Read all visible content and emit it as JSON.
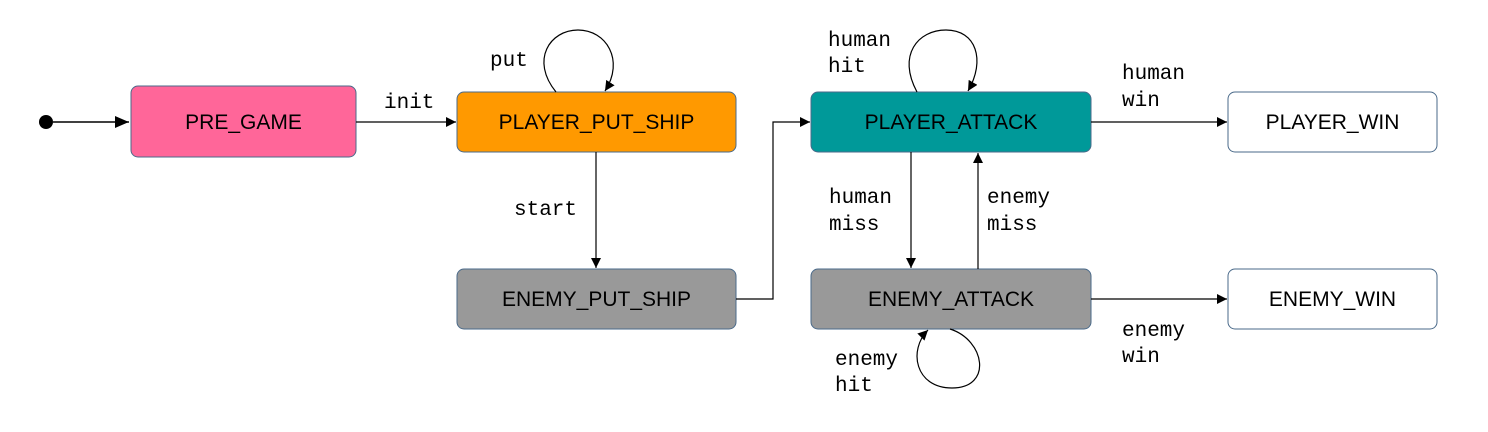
{
  "states": {
    "pre_game": "PRE_GAME",
    "player_put_ship": "PLAYER_PUT_SHIP",
    "enemy_put_ship": "ENEMY_PUT_SHIP",
    "player_attack": "PLAYER_ATTACK",
    "enemy_attack": "ENEMY_ATTACK",
    "player_win": "PLAYER_WIN",
    "enemy_win": "ENEMY_WIN"
  },
  "transitions": {
    "init": "init",
    "put": "put",
    "start": "start",
    "human_hit": [
      "human",
      "hit"
    ],
    "human_win": [
      "human",
      "win"
    ],
    "human_miss": [
      "human",
      "miss"
    ],
    "enemy_miss": [
      "enemy",
      "miss"
    ],
    "enemy_hit": [
      "enemy",
      "hit"
    ],
    "enemy_win": [
      "enemy",
      "win"
    ]
  },
  "colors": {
    "pre_game": "#ff6699",
    "player_put_ship": "#ff9900",
    "enemy_put_ship": "#999999",
    "player_attack": "#009999",
    "enemy_attack": "#999999",
    "player_win": "#ffffff",
    "enemy_win": "#ffffff",
    "border": "#4a6a8a"
  }
}
